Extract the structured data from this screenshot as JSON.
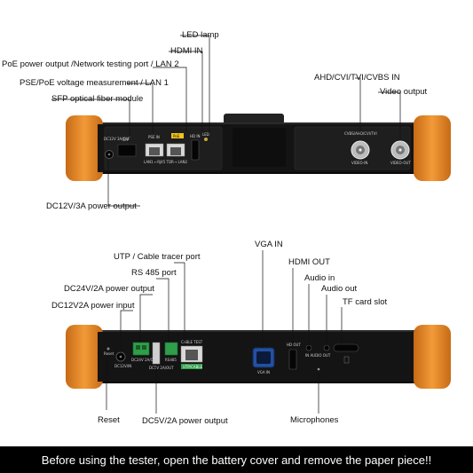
{
  "top_panel": {
    "callouts": {
      "led_lamp": "LED lamp",
      "hdmi_in": "HDMI IN",
      "poe_output": "PoE power output /Network testing port / LAN 2",
      "pse_poe": "PSE/PoE voltage measurement / LAN 1",
      "sfp": "SFP optical fiber module",
      "ahd_in": "AHD/CVI/TVI/CVBS IN",
      "video_output": "Video output",
      "dc12v_output": "DC12V/3A power output"
    },
    "panel_text": {
      "dc12v": "DC12V 3A/OUT",
      "sfp": "SFP",
      "pse_in": "PSE IN",
      "poe": "PoE",
      "led": "LED",
      "hd_in": "HD IN",
      "lan_row": "LAN1 ←RJ45 TDR→ LAN2",
      "cvbs_header": "CVBS/AHD/CVI/TVI",
      "video_in": "VIDEO-IN",
      "video_out": "VIDEO-OUT"
    }
  },
  "bottom_panel": {
    "callouts": {
      "vga_in": "VGA IN",
      "utp": "UTP / Cable tracer port",
      "hdmi_out": "HDMI OUT",
      "rs485": "RS 485 port",
      "audio_in": "Audio in",
      "dc24v": "DC24V/2A power output",
      "audio_out": "Audio out",
      "tf_card": "TF card slot",
      "dc12v_input": "DC12V2A power input",
      "reset": "Reset",
      "dc5v": "DC5V/2A power output",
      "microphones": "Microphones"
    },
    "panel_text": {
      "reset": "Reset",
      "dc_in": "DC12V/IN",
      "dc24v": "DC24V 2A/OUT",
      "dc5v": "DC5V 2A/OUT",
      "rs485": "RS485",
      "cable_test": "CABLE TEST",
      "utp_cable": "UTP/CABLE",
      "hd_out": "HD OUT",
      "vga_in": "VGA IN",
      "audio_io": "IN AUDIO OUT"
    }
  },
  "banner": "Before using the tester, open the battery cover and remove the paper piece!!",
  "colors": {
    "orange": "#e8862a",
    "green": "#2f9e4a",
    "yellow": "#f2c21b"
  }
}
